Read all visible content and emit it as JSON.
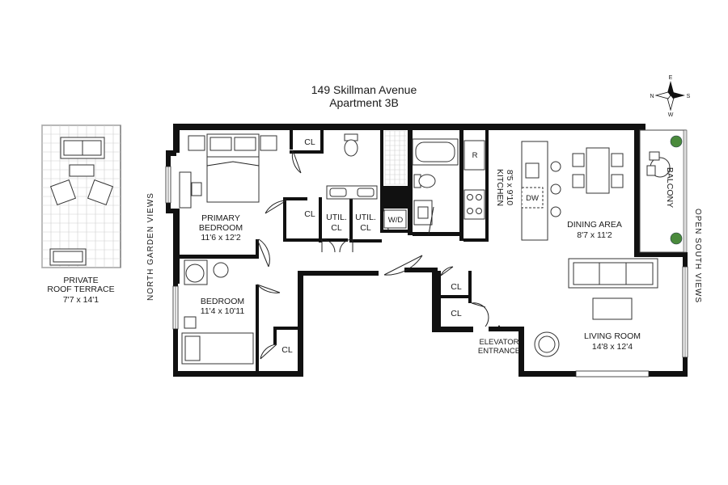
{
  "header": {
    "address": "149 Skillman Avenue",
    "unit": "Apartment 3B"
  },
  "compass": {
    "n": "N",
    "e": "E",
    "s": "S",
    "w": "W"
  },
  "terrace": {
    "name_line1": "PRIVATE",
    "name_line2": "ROOF TERRACE",
    "dims": "7'7 x 14'1"
  },
  "rooms": {
    "primary_bedroom": {
      "name_line1": "PRIMARY",
      "name_line2": "BEDROOM",
      "dims": "11'6 x 12'2"
    },
    "bedroom": {
      "name": "BEDROOM",
      "dims": "11'4 x 10'11"
    },
    "kitchen": {
      "name": "KITCHEN",
      "dims": "8'5 x 9'10"
    },
    "dining": {
      "name": "DINING AREA",
      "dims": "8'7 x 11'2"
    },
    "living": {
      "name": "LIVING ROOM",
      "dims": "14'8 x 12'4"
    },
    "balcony": {
      "name": "BALCONY"
    }
  },
  "closets": {
    "cl_label": "CL",
    "util_line1": "UTIL.",
    "util_line2": "CL",
    "wd": "W/D",
    "dw": "DW",
    "fridge": "R"
  },
  "elevator": {
    "line1": "ELEVATOR",
    "line2": "ENTRANCE"
  },
  "views": {
    "north": "NORTH GARDEN VIEWS",
    "south": "OPEN SOUTH VIEWS"
  }
}
